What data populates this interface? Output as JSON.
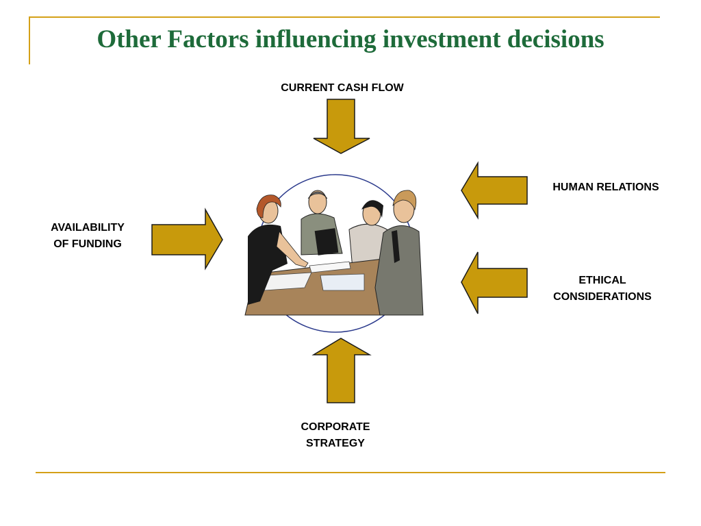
{
  "title": "Other Factors influencing investment decisions",
  "factors": {
    "top": "CURRENT CASH FLOW",
    "right_top": "HUMAN RELATIONS",
    "right_bottom": [
      "ETHICAL",
      "CONSIDERATIONS"
    ],
    "left": [
      "AVAILABILITY",
      "OF FUNDING"
    ],
    "bottom": [
      "CORPORATE",
      "STRATEGY"
    ]
  },
  "colors": {
    "accent_line": "#D4A017",
    "title": "#1E6B3A",
    "arrow_fill": "#C89A0C",
    "arrow_stroke": "#1a1a1a",
    "circle": "#2B3A8C"
  },
  "icons": {
    "center_image": "business-meeting-clipart"
  }
}
